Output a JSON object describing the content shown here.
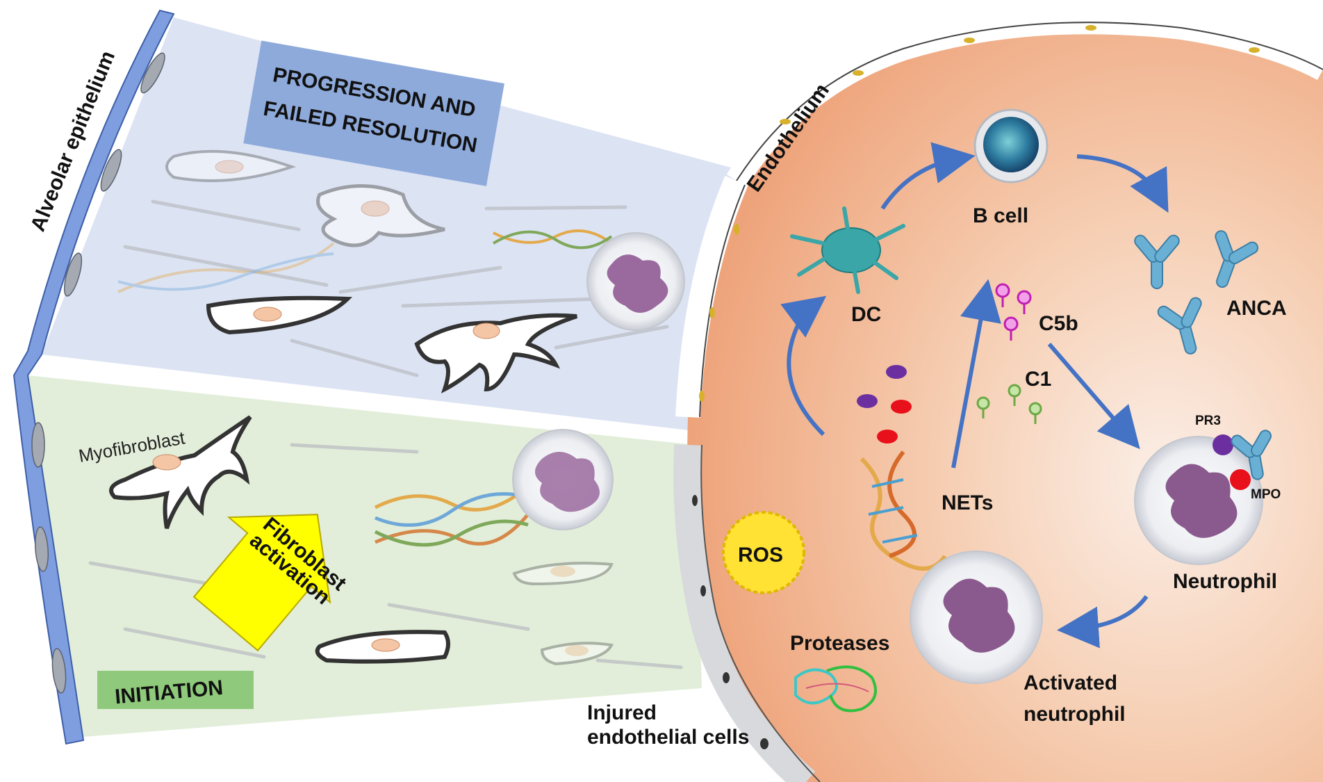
{
  "left_panel": {
    "epithelium_label": "Alveolar epithelium",
    "progression_title_line1": "PROGRESSION AND",
    "progression_title_line2": "FAILED RESOLUTION",
    "initiation_label": "INITIATION",
    "myofibroblast_label": "Myofibroblast",
    "fibroblast_arrow_line1": "Fibroblast",
    "fibroblast_arrow_line2": "activation"
  },
  "right_panel": {
    "endothelium_label": "Endothelium",
    "injured_line1": "Injured",
    "injured_line2": "endothelial cells",
    "b_cell": "B cell",
    "dc": "DC",
    "anca": "ANCA",
    "c5b": "C5b",
    "c1": "C1",
    "nets": "NETs",
    "ros": "ROS",
    "pr3": "PR3",
    "mpo": "MPO",
    "neutrophil": "Neutrophil",
    "proteases": "Proteases",
    "activated_line1": "Activated",
    "activated_line2": "neutrophil"
  },
  "colors": {
    "epithelium_blue": "#7f9ee0",
    "progression_bg": "#dce3f3",
    "progression_box": "#8eaadb",
    "initiation_bg": "#e2eed9",
    "initiation_box": "#8fca7c",
    "vessel_fill": "#f2b48f",
    "arrow_blue": "#4472c4",
    "fibroblast_arrow": "#ffff00",
    "ros_yellow": "#ffe234",
    "mpo_red": "#e8101a",
    "pr3_purple": "#6b2fa0",
    "nucleus_purple": "#8a5a8e"
  }
}
